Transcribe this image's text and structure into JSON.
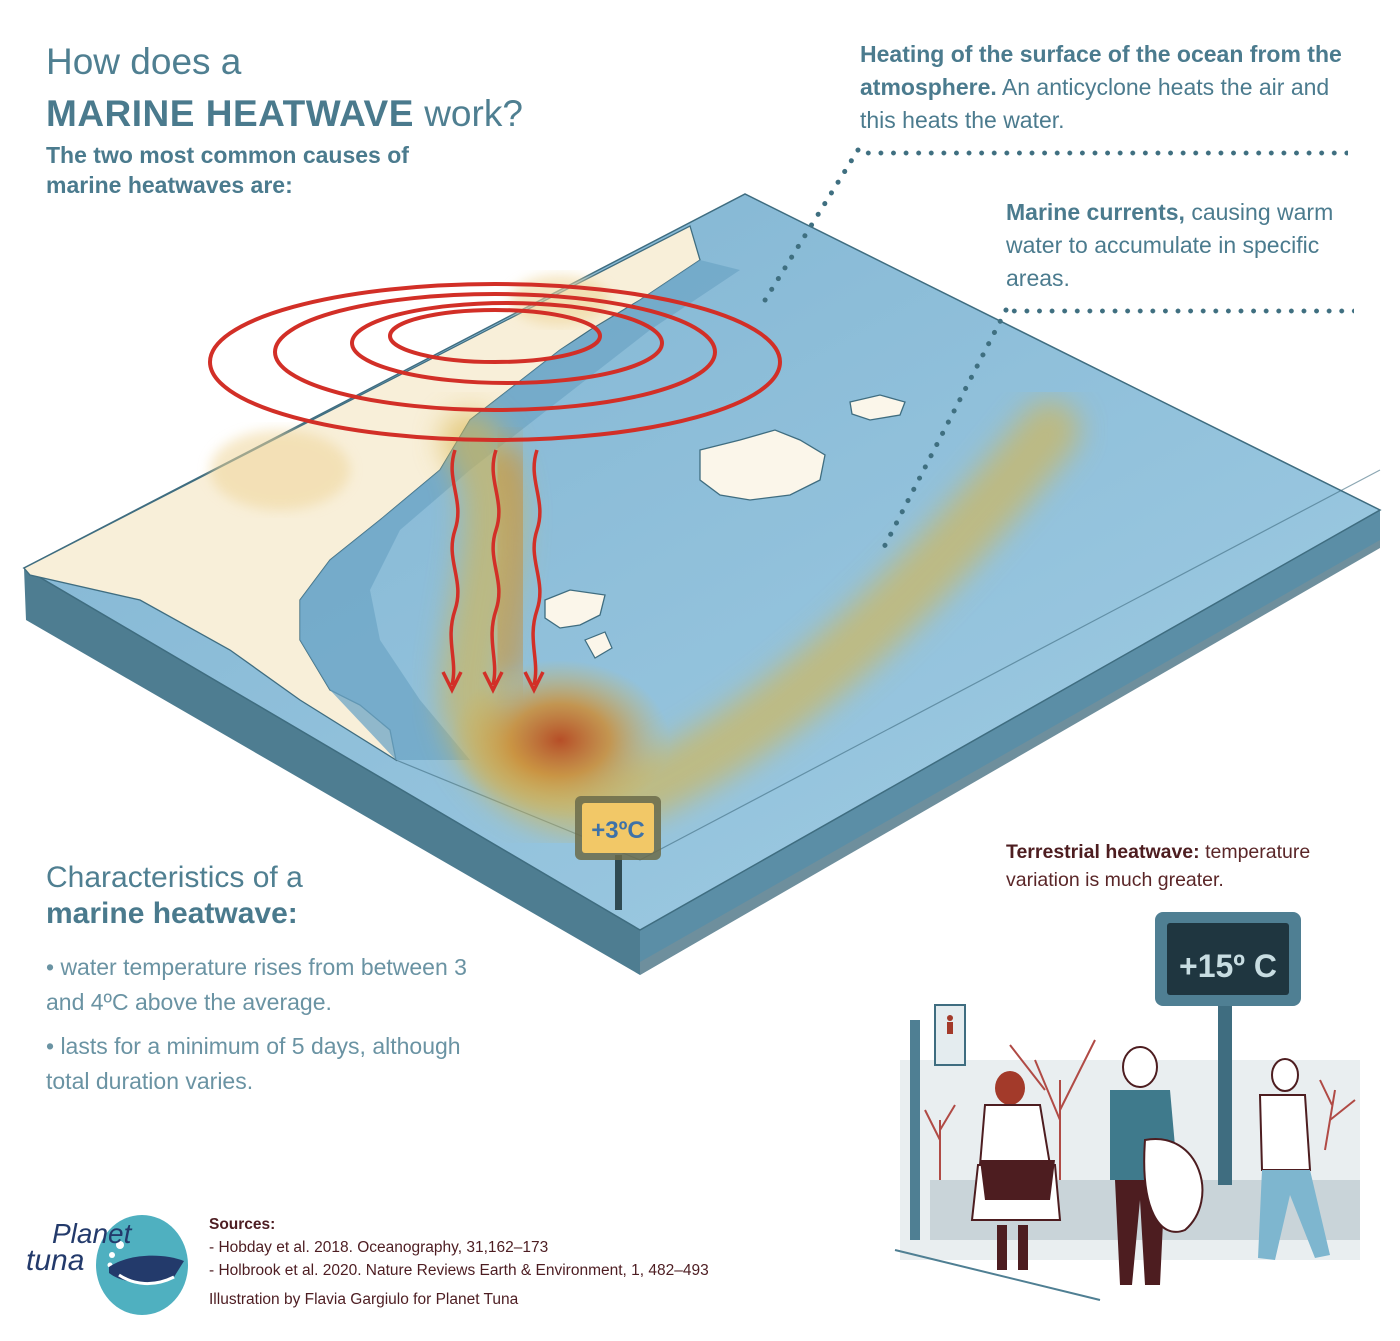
{
  "header": {
    "title_line1": "How does a",
    "title_emphasis": "MARINE HEATWAVE",
    "title_line2_rest": " work?",
    "subtitle": "The two most common causes of marine heatwaves are:"
  },
  "causes": [
    {
      "bold": "Heating of the surface of the ocean from the atmosphere.",
      "text": " An anticyclone heats the air and this heats the water."
    },
    {
      "bold": "Marine currents,",
      "text": " causing warm water to accumulate in specific areas."
    }
  ],
  "diagram": {
    "marine_sign_label": "+3ºC",
    "terrestrial_sign_label": "+15º C",
    "icons": [
      "anticyclone-rings-icon",
      "heat-arrow-icon",
      "temperature-sign-icon",
      "pedestrian-signal-icon"
    ],
    "colors": {
      "ocean": "#8fc0db",
      "ocean_side": "#4f7f93",
      "land": "#f7ecd4",
      "heat_red": "#d22f27",
      "heat_core": "#c05a22",
      "heat_band": "#d9b54a",
      "text_teal": "#4b7b8e",
      "text_maroon": "#4d1d20"
    }
  },
  "characteristics": {
    "title_line1": "Characteristics of a",
    "title_emphasis": "marine heatwave:",
    "bullets": [
      "• water temperature rises from between 3 and 4ºC above the average.",
      "• lasts for a minimum of 5 days, although total duration varies."
    ]
  },
  "terrestrial": {
    "bold": "Terrestrial heatwave:",
    "text": " temperature variation is much greater."
  },
  "footer": {
    "logo_line1": "Planet",
    "logo_line2": "tuna",
    "sources_heading": "Sources:",
    "sources": [
      "- Hobday et al. 2018. Oceanography, 31,162–173",
      "- Holbrook et al. 2020. Nature Reviews Earth & Environment, 1, 482–493"
    ],
    "credit": "Illustration by Flavia Gargiulo for Planet Tuna"
  }
}
